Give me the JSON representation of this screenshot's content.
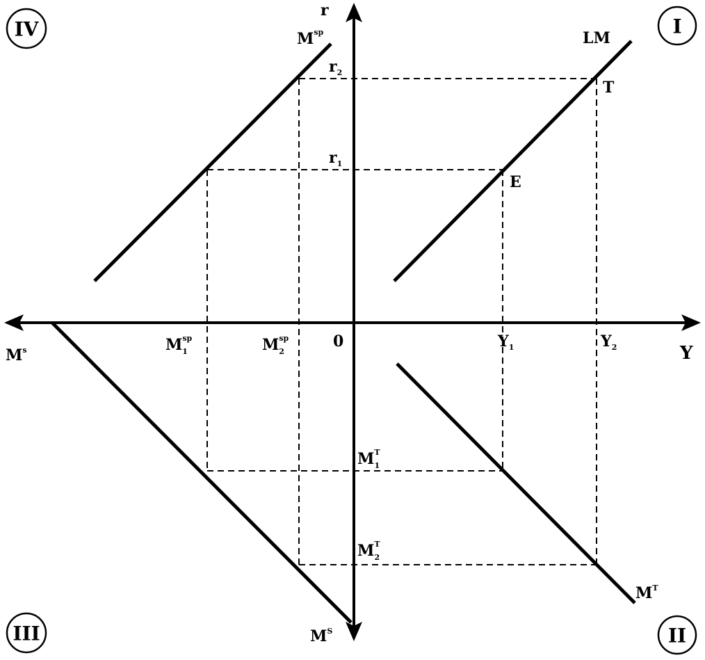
{
  "quadrants": {
    "q1": "I",
    "q2": "II",
    "q3": "III",
    "q4": "IV"
  },
  "axes": {
    "vertical": {
      "main": "r"
    },
    "horizontal_right": {
      "main": "Y"
    },
    "horizontal_left": {
      "main": "M",
      "sup": "s"
    },
    "vertical_down": {
      "main": "M",
      "sup": "S"
    },
    "origin": "0"
  },
  "curves": {
    "lm": {
      "main": "LM"
    },
    "mt": {
      "main": "M",
      "sup": "T"
    },
    "msp": {
      "main": "M",
      "sup": "sp"
    },
    "ms": {
      "main": "M",
      "sup": "S"
    }
  },
  "points": {
    "e": "E",
    "t": "T"
  },
  "levels": {
    "r1": {
      "main": "r",
      "sub": "1"
    },
    "r2": {
      "main": "r",
      "sub": "2"
    },
    "y1": {
      "main": "Y",
      "sub": "1"
    },
    "y2": {
      "main": "Y",
      "sub": "2"
    },
    "m1sp": {
      "main": "M",
      "sup": "sp",
      "sub": "1"
    },
    "m2sp": {
      "main": "M",
      "sup": "sp",
      "sub": "2"
    },
    "m1t": {
      "main": "M",
      "sup": "T",
      "sub": "1"
    },
    "m2t": {
      "main": "M",
      "sup": "T",
      "sub": "2"
    }
  }
}
